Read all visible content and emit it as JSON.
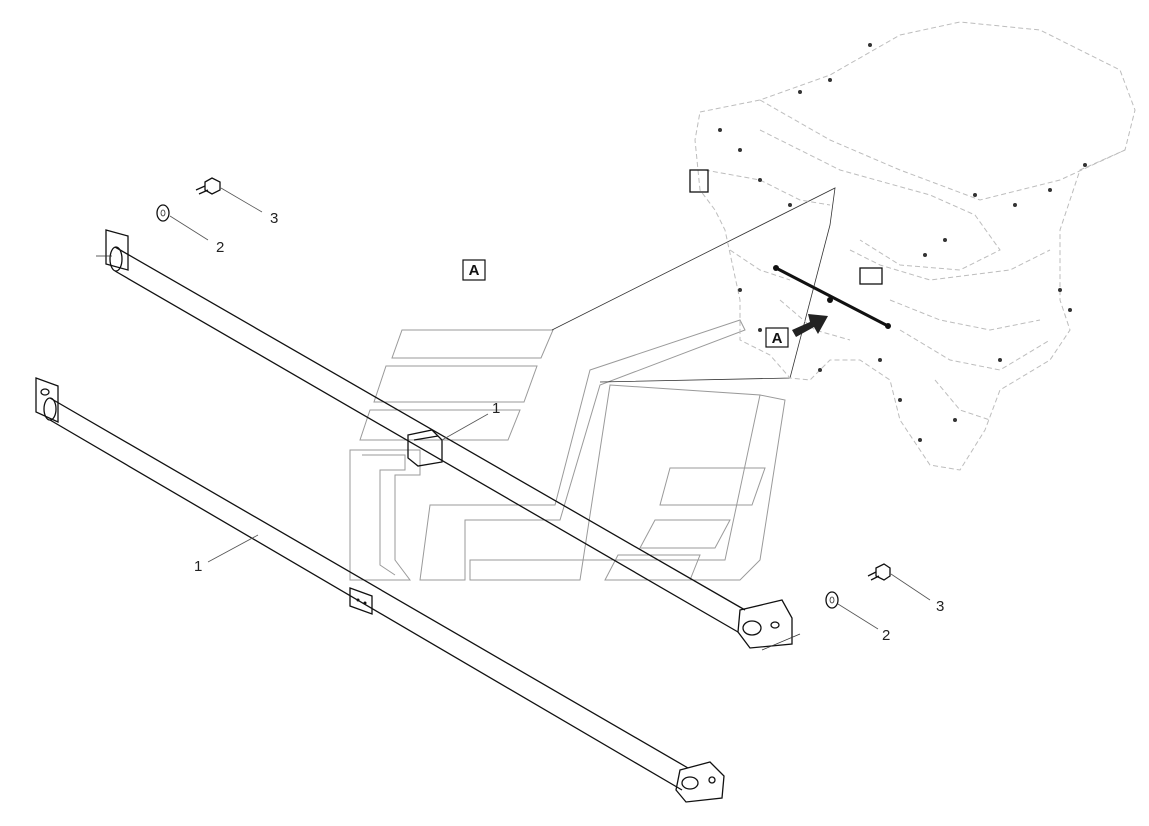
{
  "diagram": {
    "view_label": "A",
    "callouts": {
      "upper_bar": "1",
      "lower_bar": "1",
      "washer_top": "2",
      "bolt_top": "3",
      "washer_bottom": "2",
      "bolt_bottom": "3"
    },
    "colors": {
      "line": "#111111",
      "ghost_line": "#9a9a9a",
      "background": "#ffffff",
      "arrow": "#222222"
    }
  }
}
